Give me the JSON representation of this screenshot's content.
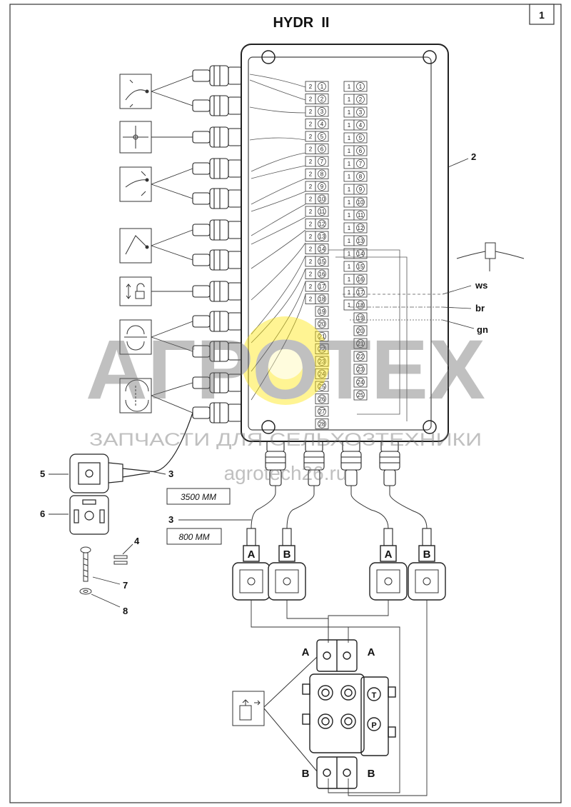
{
  "title": "HYDR  II",
  "page_number": "1",
  "callouts": {
    "c1": "2",
    "c2": "3",
    "c3": "3",
    "c4": "4",
    "c5": "5",
    "c6": "6",
    "c7": "7",
    "c8": "8"
  },
  "wire_labels": {
    "ws": "ws",
    "br": "br",
    "gn": "gn"
  },
  "cable_lengths": {
    "long": "3500 MM",
    "short": "800 MM"
  },
  "plug_labels": [
    "A",
    "B",
    "A",
    "B"
  ],
  "valve_labels": {
    "top_left": "A",
    "top_right": "A",
    "bottom_left": "B",
    "bottom_right": "B",
    "port_t": "T",
    "port_p": "P"
  },
  "terminal_left_numbers": [
    "1",
    "2",
    "3",
    "4",
    "5",
    "6",
    "7",
    "8",
    "9",
    "10",
    "11",
    "12",
    "13",
    "14",
    "15",
    "16",
    "17",
    "18",
    "19",
    "20",
    "21",
    "22",
    "23",
    "24",
    "25",
    "26",
    "27",
    "28"
  ],
  "terminal_right_numbers": [
    "1",
    "2",
    "3",
    "4",
    "5",
    "6",
    "7",
    "8",
    "9",
    "10",
    "11",
    "12",
    "13",
    "14",
    "15",
    "16",
    "17",
    "18",
    "19",
    "20",
    "21",
    "22",
    "23",
    "24",
    "25"
  ],
  "watermark": {
    "brand": "АГРОТЕХ",
    "tagline": "ЗАПЧАСТИ ДЛЯ СЕЛЬХОЗТЕХНИКИ",
    "url": "agrotech26.ru"
  }
}
